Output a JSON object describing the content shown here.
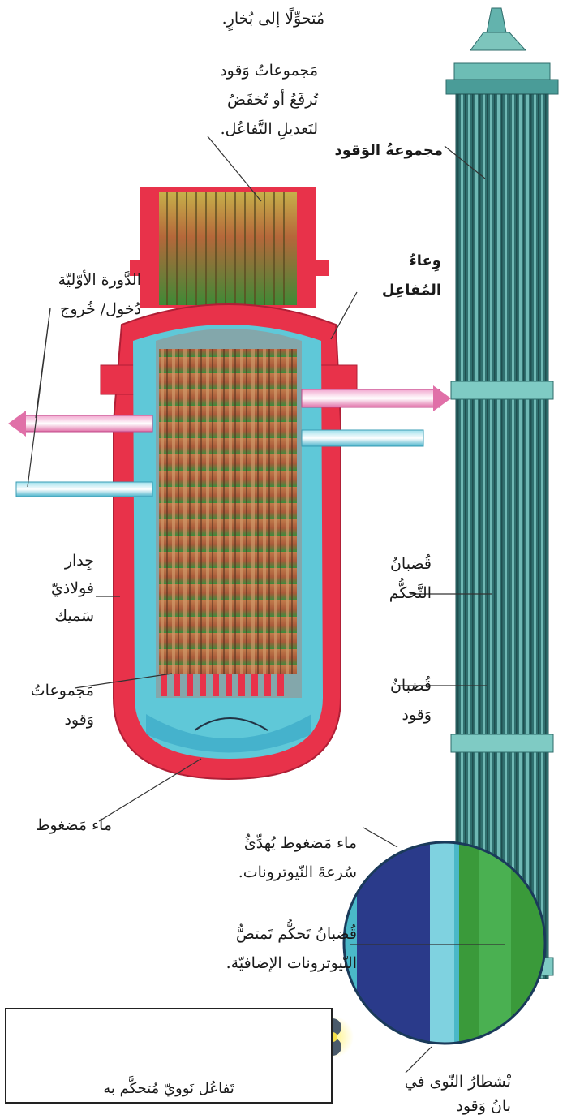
{
  "labels": {
    "top_steam": "مُتحوِّلًا إلى بُخارٍ.",
    "raised_lowered_1": "مَجموعاتُ وَقود",
    "raised_lowered_2": "تُرفَعُ أو تُخفَضُ",
    "raised_lowered_3": "لتَعديلِ التَّفاعُل.",
    "fuel_assembly": "مجموعةُ الوَقود",
    "primary_loop_1": "الدَّورة الأوّليّة",
    "primary_loop_2": "دُخول/ خُروج",
    "reactor_vessel_1": "وِعاءُ",
    "reactor_vessel_2": "المُفاعِل",
    "steel_wall_1": "جِدار",
    "steel_wall_2": "فولاذيّ",
    "steel_wall_3": "سَميك",
    "control_rods_1": "قُضبانُ",
    "control_rods_2": "التَّحكُّم",
    "fuel_rods_1": "قُضبانُ",
    "fuel_rods_2": "وَقود",
    "fuel_assemblies_1": "مَجموعاتُ",
    "fuel_assemblies_2": "وَقود",
    "pressurized_water": "ماء مَضغوط",
    "moderator_1": "ماء مَضغوط يُهدِّئُ",
    "moderator_2": "سُرعةَ النّيوترونات.",
    "absorb_1": "قُضبانُ تَحكُّم تَمتصُّ",
    "absorb_2": "النّيوترونات الإضافيّة.",
    "inset_caption": "تَفاعُل نَوويّ مُتحكَّم به",
    "splitting_1": "نْشطارُ النّوى في",
    "splitting_2": "بانُ وَقود"
  },
  "colors": {
    "vessel_red": "#e8324a",
    "core_orange": "#c9663a",
    "water_blue": "#5fc8d8",
    "fuel_teal": "#3f8f8c",
    "rod_green": "#5a7a30",
    "magnifier_blue": "#2a3a8a",
    "magnifier_green": "#3a9a3a"
  }
}
